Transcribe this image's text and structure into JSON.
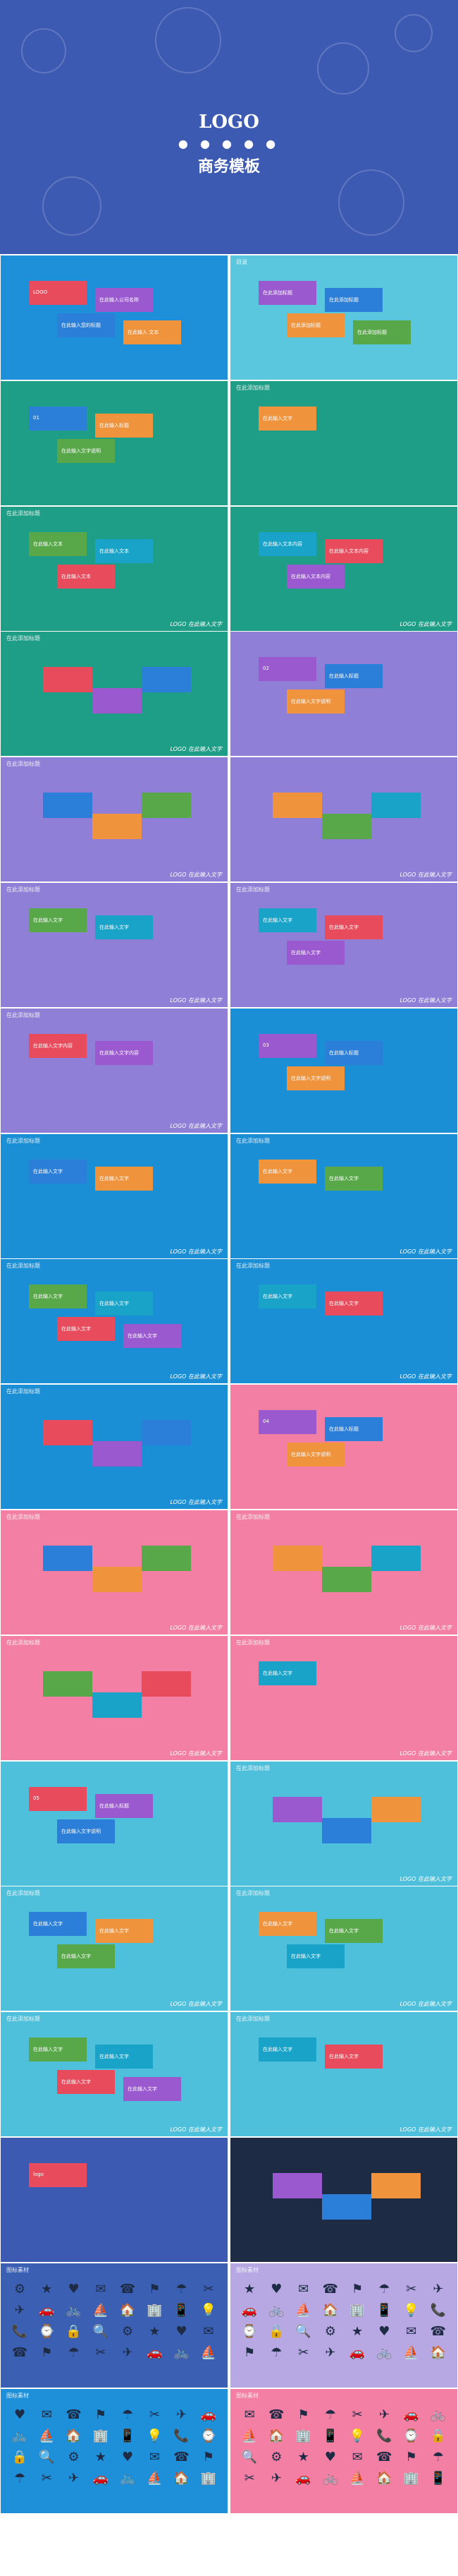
{
  "cover": {
    "logo": "LOGO",
    "dots": "● ● ● ● ●",
    "title": "商务模板"
  },
  "slides": [
    {
      "bg": "#1e8fd9",
      "title": "",
      "texts": [
        "LOGO",
        "在此输入公司名称",
        "在此输入您的标题",
        "在此输入\n文本"
      ],
      "foot": ""
    },
    {
      "bg": "#5bc7de",
      "title": "目录",
      "texts": [
        "在此添加标题",
        "在此添加标题",
        "在此添加标题",
        "在此添加标题"
      ],
      "foot": ""
    },
    {
      "bg": "#1f9e87",
      "title": "",
      "texts": [
        "01",
        "在此输入标题",
        "在此输入文字说明"
      ],
      "foot": ""
    },
    {
      "bg": "#1f9e87",
      "title": "在此添加标题",
      "texts": [
        "在此输入文字"
      ],
      "foot": ""
    },
    {
      "bg": "#1f9e87",
      "title": "在此添加标题",
      "texts": [
        "在此输入文本",
        "在此输入文本",
        "在此输入文本"
      ],
      "foot": "LOGO 在此输入文字"
    },
    {
      "bg": "#1f9e87",
      "title": "",
      "texts": [
        "在此输入文本内容",
        "在此输入文本内容",
        "在此输入文本内容"
      ],
      "foot": "LOGO 在此输入文字"
    },
    {
      "bg": "#1f9e87",
      "title": "在此添加标题",
      "texts": [],
      "foot": "LOGO 在此输入文字"
    },
    {
      "bg": "#8f7fd6",
      "title": "",
      "texts": [
        "02",
        "在此输入标题",
        "在此输入文字说明"
      ],
      "foot": ""
    },
    {
      "bg": "#8f7fd6",
      "title": "在此添加标题",
      "texts": [],
      "foot": "LOGO 在此输入文字"
    },
    {
      "bg": "#8f7fd6",
      "title": "",
      "texts": [],
      "foot": "LOGO 在此输入文字"
    },
    {
      "bg": "#8f7fd6",
      "title": "在此添加标题",
      "texts": [
        "在此输入文字",
        "在此输入文字"
      ],
      "foot": "LOGO 在此输入文字"
    },
    {
      "bg": "#8f7fd6",
      "title": "在此添加标题",
      "texts": [
        "在此输入文字",
        "在此输入文字",
        "在此输入文字"
      ],
      "foot": "LOGO 在此输入文字"
    },
    {
      "bg": "#8f7fd6",
      "title": "在此添加标题",
      "texts": [
        "在此输入文字内容",
        "在此输入文字内容"
      ],
      "foot": "LOGO 在此输入文字"
    },
    {
      "bg": "#1a8fd6",
      "title": "",
      "texts": [
        "03",
        "在此输入标题",
        "在此输入文字说明"
      ],
      "foot": ""
    },
    {
      "bg": "#1a8fd6",
      "title": "在此添加标题",
      "texts": [
        "在此输入文字",
        "在此输入文字"
      ],
      "foot": "LOGO 在此输入文字"
    },
    {
      "bg": "#1a8fd6",
      "title": "在此添加标题",
      "texts": [
        "在此输入文字",
        "在此输入文字"
      ],
      "foot": "LOGO 在此输入文字"
    },
    {
      "bg": "#1a8fd6",
      "title": "在此添加标题",
      "texts": [
        "在此输入文字",
        "在此输入文字",
        "在此输入文字",
        "在此输入文字"
      ],
      "foot": "LOGO 在此输入文字"
    },
    {
      "bg": "#1a8fd6",
      "title": "在此添加标题",
      "texts": [
        "在此输入文字",
        "在此输入文字"
      ],
      "foot": "LOGO 在此输入文字"
    },
    {
      "bg": "#1a8fd6",
      "title": "在此添加标题",
      "texts": [],
      "foot": "LOGO 在此输入文字"
    },
    {
      "bg": "#f37fa5",
      "title": "",
      "texts": [
        "04",
        "在此输入标题",
        "在此输入文字说明"
      ],
      "foot": ""
    },
    {
      "bg": "#f37fa5",
      "title": "在此添加标题",
      "texts": [],
      "foot": "LOGO 在此输入文字"
    },
    {
      "bg": "#f37fa5",
      "title": "在此添加标题",
      "texts": [],
      "foot": "LOGO 在此输入文字"
    },
    {
      "bg": "#f37fa5",
      "title": "在此添加标题",
      "texts": [],
      "foot": "LOGO 在此输入文字"
    },
    {
      "bg": "#f37fa5",
      "title": "在此添加标题",
      "texts": [
        "在此输入文字"
      ],
      "foot": "LOGO 在此输入文字"
    },
    {
      "bg": "#4fc0dc",
      "title": "",
      "texts": [
        "05",
        "在此输入标题",
        "在此输入文字说明"
      ],
      "foot": ""
    },
    {
      "bg": "#4fc0dc",
      "title": "在此添加标题",
      "texts": [],
      "foot": "LOGO 在此输入文字"
    },
    {
      "bg": "#4fc0dc",
      "title": "在此添加标题",
      "texts": [
        "在此输入文字",
        "在此输入文字",
        "在此输入文字"
      ],
      "foot": "LOGO 在此输入文字"
    },
    {
      "bg": "#4fc0dc",
      "title": "在此添加标题",
      "texts": [
        "在此输入文字",
        "在此输入文字",
        "在此输入文字"
      ],
      "foot": "LOGO 在此输入文字"
    },
    {
      "bg": "#4fc0dc",
      "title": "在此添加标题",
      "texts": [
        "在此输入文字",
        "在此输入文字",
        "在此输入文字",
        "在此输入文字"
      ],
      "foot": "LOGO 在此输入文字"
    },
    {
      "bg": "#4fc0dc",
      "title": "在此添加标题",
      "texts": [
        "在此输入文字",
        "在此输入文字"
      ],
      "foot": "LOGO 在此输入文字"
    },
    {
      "bg": "#3d5ab2",
      "title": "",
      "texts": [
        "logo"
      ],
      "foot": ""
    },
    {
      "bg": "#1e2b45",
      "title": "",
      "texts": [],
      "foot": ""
    },
    {
      "bg": "#3a5fb3",
      "title": "图标素材",
      "texts": [],
      "foot": ""
    },
    {
      "bg": "#b7a7e3",
      "title": "图标素材",
      "texts": [],
      "foot": ""
    },
    {
      "bg": "#1e8fd9",
      "title": "图标素材",
      "texts": [],
      "foot": ""
    },
    {
      "bg": "#f37fa5",
      "title": "图标素材",
      "texts": [],
      "foot": ""
    }
  ],
  "icons": [
    "✈",
    "🚗",
    "🚲",
    "⛵",
    "🏠",
    "🏢",
    "📱",
    "💡",
    "📞",
    "⌚",
    "🔒",
    "🔍",
    "⚙",
    "★",
    "♥",
    "✉",
    "☎",
    "⚑",
    "☂",
    "✂"
  ]
}
